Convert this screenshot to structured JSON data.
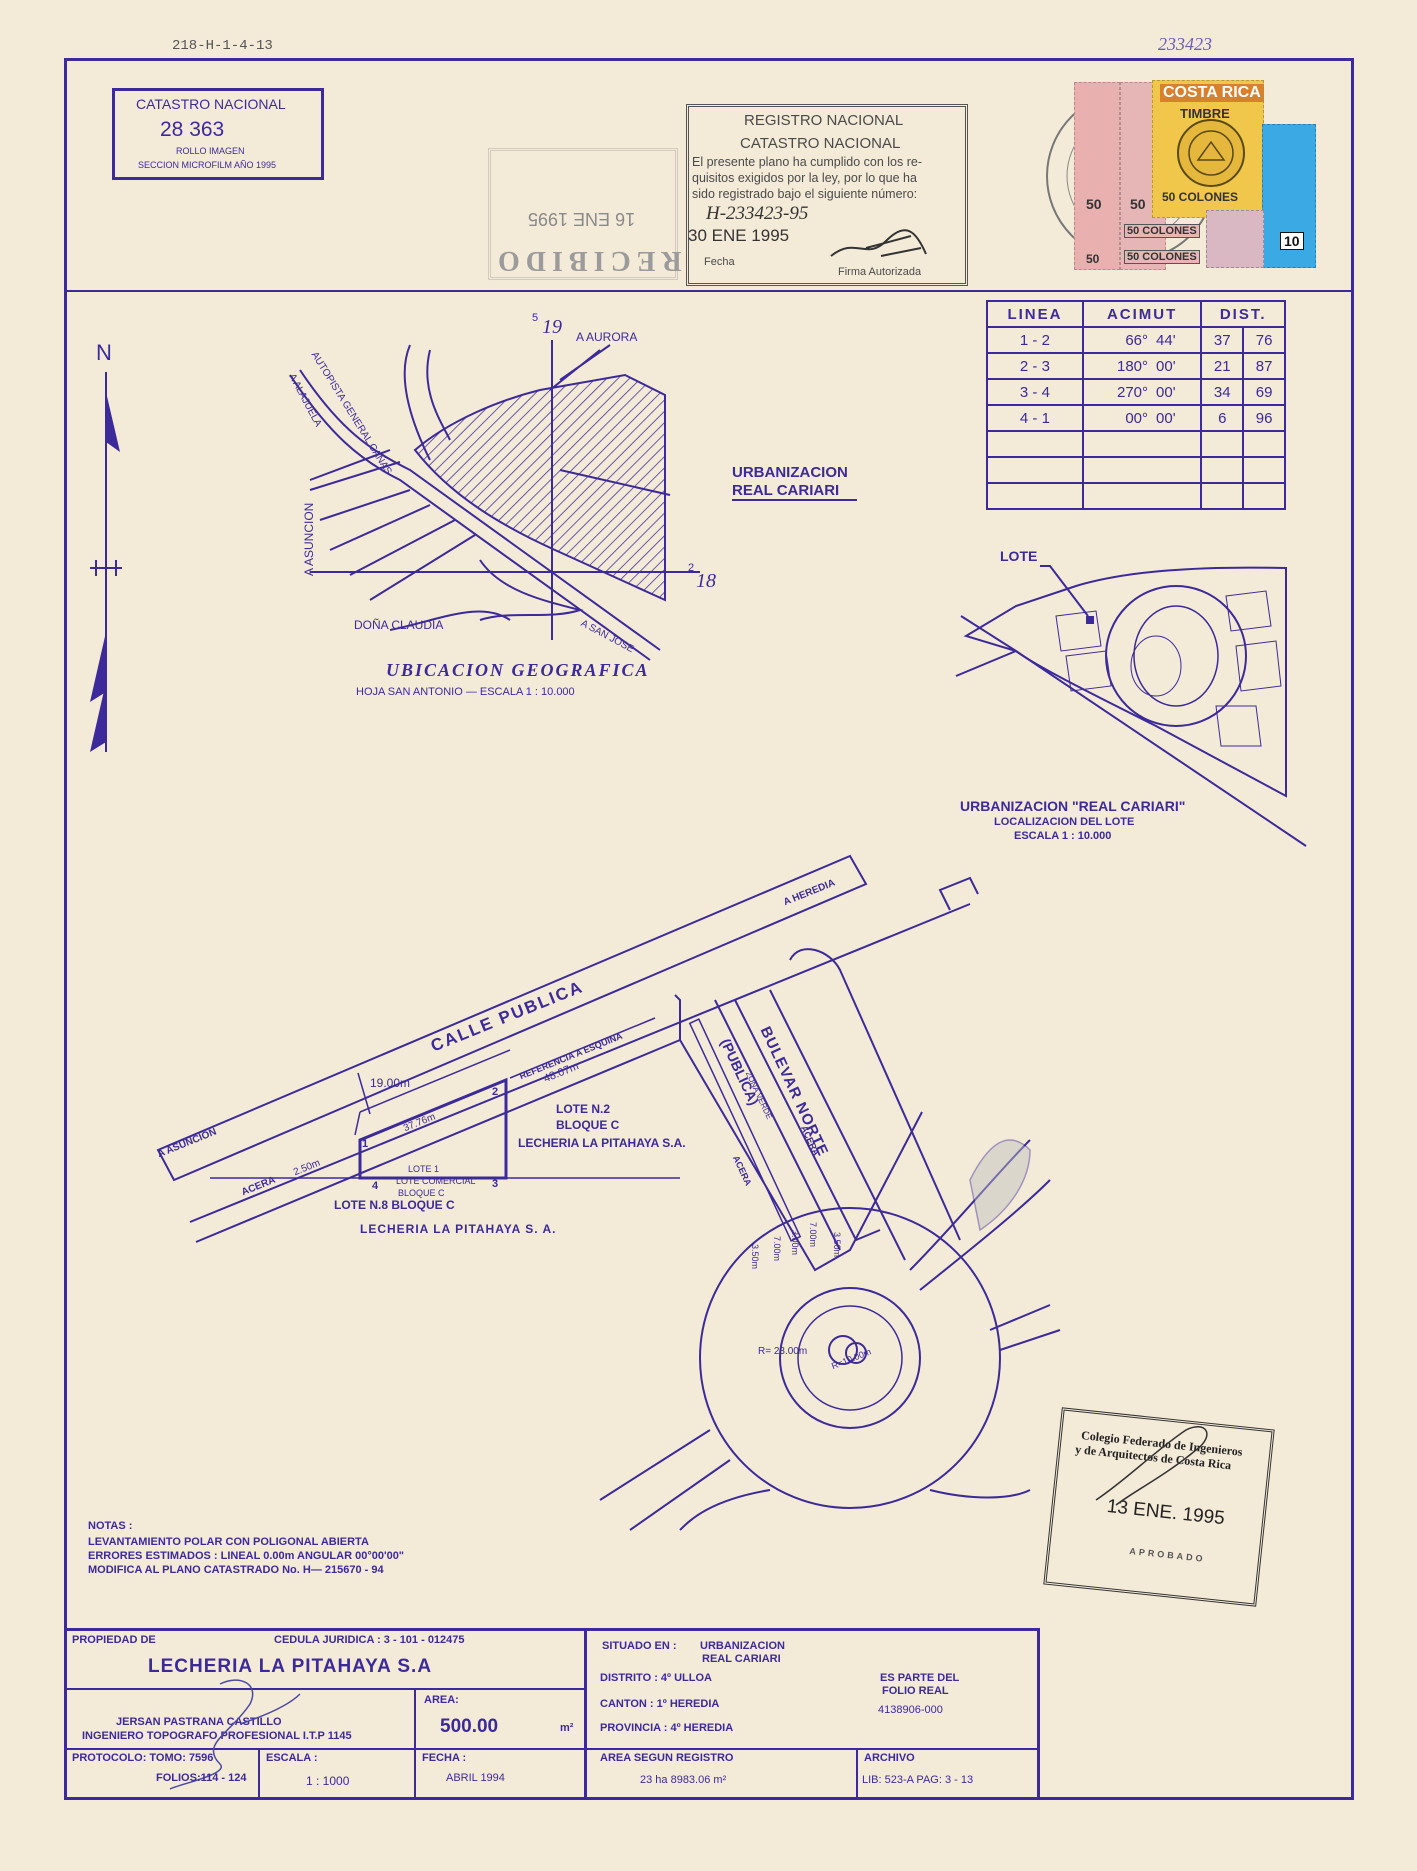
{
  "header": {
    "sheet_code": "218-H-1-4-13",
    "plan_number_handwritten": "233423"
  },
  "catastro_box": {
    "title": "CATASTRO NACIONAL",
    "number": "28 363",
    "line1": "ROLLO IMAGEN",
    "line2": "SECCION MICROFILM AÑO 1995"
  },
  "recibido_stamp": {
    "date": "16 ENE 1995",
    "word": "RECIBIDO"
  },
  "registro_stamp": {
    "line1": "REGISTRO NACIONAL",
    "line2": "CATASTRO NACIONAL",
    "body1": "El presente plano ha cumplido con los re-",
    "body2": "quisitos exigidos por la ley, por lo que ha",
    "body3": "sido registrado bajo el siguiente número:",
    "registered_number": "H-233423-95",
    "date": "30 ENE 1995",
    "fecha_label": "Fecha",
    "firma_label": "Firma Autorizada"
  },
  "timbres": {
    "brand": "COSTA RICA",
    "timbre": "TIMBRE",
    "value_50": "50",
    "value_50_colones": "50 COLONES",
    "value_10": "10"
  },
  "azimuth_table": {
    "headers": [
      "LINEA",
      "ACIMUT",
      "DIST."
    ],
    "rows": [
      {
        "linea": "1 - 2",
        "deg": "66°",
        "min": "44'",
        "d1": "37",
        "d2": "76"
      },
      {
        "linea": "2 - 3",
        "deg": "180°",
        "min": "00'",
        "d1": "21",
        "d2": "87"
      },
      {
        "linea": "3 - 4",
        "deg": "270°",
        "min": "00'",
        "d1": "34",
        "d2": "69"
      },
      {
        "linea": "4 - 1",
        "deg": "00°",
        "min": "00'",
        "d1": "6",
        "d2": "96"
      }
    ]
  },
  "location_map": {
    "north": "N",
    "grid_19": "19",
    "grid_18": "18",
    "grid_5": "5",
    "grid_2": "2",
    "a_aurora": "A AURORA",
    "a_alajuela": "A ALAJUELA",
    "autopista": "AUTOPISTA GENERAL CAÑAS",
    "a_asuncion": "A ASUNCION",
    "dona_claudia": "DOÑA CLAUDIA",
    "a_san_jose": "A SAN JOSE",
    "urbanizacion1": "URBANIZACION",
    "urbanizacion2": "REAL CARIARI",
    "title": "UBICACION  GEOGRAFICA",
    "subtitle": "HOJA SAN ANTONIO   —   ESCALA 1 : 10.000"
  },
  "lot_map": {
    "lote": "LOTE",
    "caption1": "URBANIZACION  \"REAL CARIARI\"",
    "caption2": "LOCALIZACION  DEL  LOTE",
    "caption3": "ESCALA 1 : 10.000"
  },
  "site_plan": {
    "a_heredia": "A HEREDIA",
    "calle_publica": "CALLE PUBLICA",
    "width_19": "19.00m",
    "a_asuncion": "A ASUNCION",
    "acera": "ACERA",
    "acera_width": "2.50m",
    "ref1": "REFERENCIA A ESQUINA",
    "ref2": "48.07m",
    "dist_3776": "37.76m",
    "lote1_a": "LOTE 1",
    "lote1_b": "LOTE COMERCIAL",
    "lote1_c": "BLOQUE C",
    "p1": "1",
    "p2": "2",
    "p3": "3",
    "p4": "4",
    "lote2_a": "LOTE N.2",
    "lote2_b": "BLOQUE C",
    "lote2_c": "LECHERIA LA PITAHAYA S.A.",
    "lote8_a": "LOTE N.8   BLOQUE C",
    "lote8_b": "LECHERIA  LA  PITAHAYA  S. A.",
    "bulevar": "BULEVAR  NORTE",
    "publica": "(PUBLICA)",
    "zona_verde": "ZONA VERDE",
    "acera_l": "ACERA",
    "acera_r": "ACERA",
    "d350a": "3.50m",
    "d700a": "7.00m",
    "d300": "3.00m",
    "d700b": "7.00m",
    "d350b": "3.50m",
    "r23": "R= 23.00m",
    "r10": "R=10.00m"
  },
  "colegio_stamp": {
    "line1": "Colegio Federado de Ingenieros",
    "line2": "y de Arquitectos de Costa Rica",
    "date": "13 ENE. 1995",
    "aprobado": "APROBADO"
  },
  "notes": {
    "title": "NOTAS :",
    "l1": "LEVANTAMIENTO POLAR CON POLIGONAL ABIERTA",
    "l2": "ERRORES  ESTIMADOS : LINEAL  0.00m   ANGULAR 00°00'00\"",
    "l3": "MODIFICA AL PLANO CATASTRADO No. H— 215670 - 94"
  },
  "title_block": {
    "propiedad_label": "PROPIEDAD DE",
    "cedula": "CEDULA JURIDICA : 3 - 101 - 012475",
    "owner": "LECHERIA  LA PITAHAYA S.A",
    "engineer1": "JERSAN PASTRANA CASTILLO",
    "engineer2": "INGENIERO TOPOGRAFO PROFESIONAL I.T.P 1145",
    "area_label": "AREA:",
    "area_value": "500.00",
    "area_unit": "m²",
    "situado_label": "SITUADO EN :",
    "situado1": "URBANIZACION",
    "situado2": "REAL CARIARI",
    "distrito": "DISTRITO : 4º ULLOA",
    "canton": "CANTON : 1º HEREDIA",
    "provincia": "PROVINCIA : 4º HEREDIA",
    "es_parte1": "ES PARTE DEL",
    "es_parte2": "FOLIO REAL",
    "folio_real": "4138906-000",
    "protocolo": "PROTOCOLO: TOMO: 7596",
    "folios": "FOLIOS:114 - 124",
    "escala_label": "ESCALA :",
    "escala_value": "1 : 1000",
    "fecha_label": "FECHA :",
    "fecha_value": "ABRIL  1994",
    "area_registro_label": "AREA SEGUN REGISTRO",
    "area_registro_value": "23 ha 8983.06 m²",
    "archivo_label": "ARCHIVO",
    "archivo_value": "LIB: 523-A   PAG: 3 - 13"
  }
}
